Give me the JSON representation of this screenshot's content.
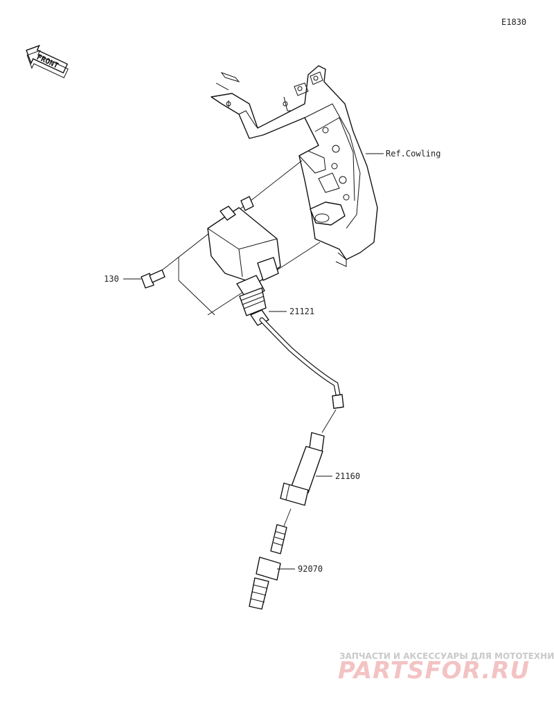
{
  "diagram_code": "E1830",
  "front_indicator": "FRONT",
  "labels": {
    "ref_cowling": "Ref.Cowling",
    "bolt": "130",
    "ignition_coil": "21121",
    "plug_cap": "21160",
    "spark_plug": "92070"
  },
  "watermark": {
    "line1": "ЗАПЧАСТИ И АКСЕССУАРЫ ДЛЯ МОТОТЕХНИКИ",
    "line2": "PARTSFOR.RU"
  },
  "colors": {
    "line": "#111111",
    "watermark_gray": "#c9c9c9",
    "watermark_red": "#f3c3c3"
  }
}
